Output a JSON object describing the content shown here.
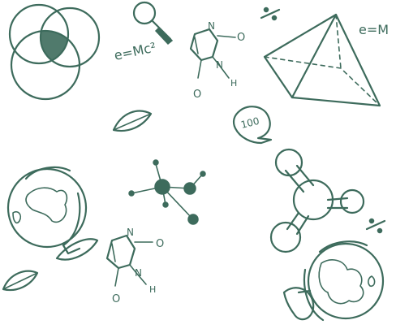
{
  "canvas": {
    "background": "#ffffff",
    "ink_color": "#3d6b5c"
  },
  "labels": {
    "emc_left": "e=Mc²",
    "emc_right": "e=M",
    "score_bubble": "100",
    "n1": "N",
    "o1": "O",
    "n2": "N",
    "h1": "H",
    "o2": "O",
    "n3": "N",
    "o3": "O",
    "n4": "N",
    "h2": "H",
    "o4": "O"
  },
  "icons": [
    "venn-diagram-icon",
    "magnifying-glass-icon",
    "molecule-ring-icon",
    "divide-sign-icon",
    "pyramid-icon",
    "leaf-icon",
    "speech-bubble-icon",
    "globe-icon",
    "atom-model-icon",
    "water-molecule-icon"
  ]
}
